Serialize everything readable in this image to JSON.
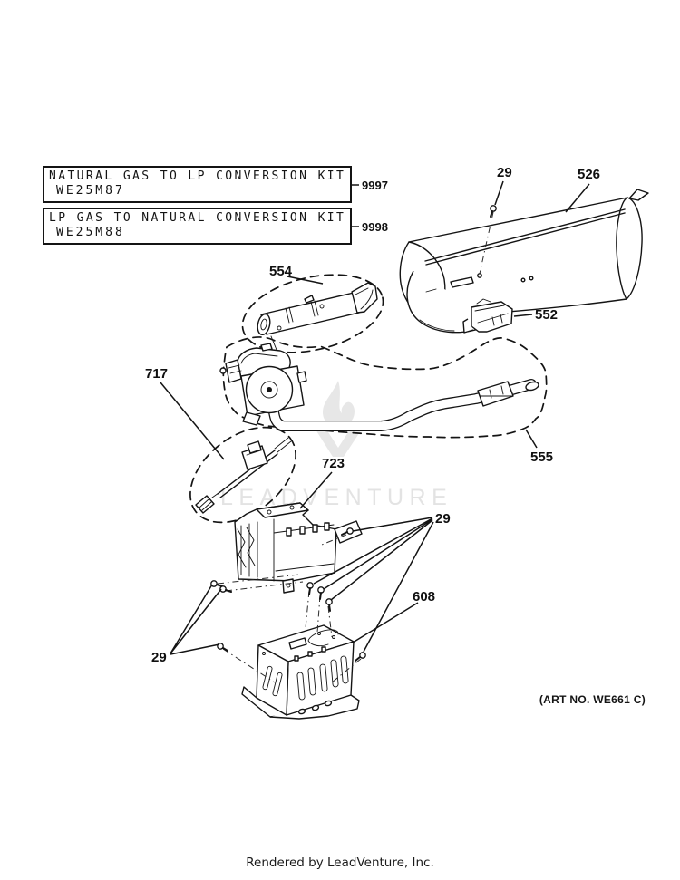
{
  "callout_boxes": [
    {
      "line1": "NATURAL GAS TO LP CONVERSION KIT",
      "line2": "WE25M87",
      "ref": "9997"
    },
    {
      "line1": "LP GAS TO NATURAL CONVERSION KIT",
      "line2": "WE25M88",
      "ref": "9998"
    }
  ],
  "part_labels": {
    "screw_top": "29",
    "burner_cover": "526",
    "burner_tube": "554",
    "bracket_clip": "552",
    "igniter": "717",
    "gas_valve_pipe": "555",
    "burner_support": "723",
    "screws_right": "29",
    "burner_box": "608",
    "screws_left": "29"
  },
  "watermark": {
    "text": "LEADVENTURE",
    "logo": "flame-v-icon"
  },
  "footer": {
    "art_no": "(ART NO. WE661 C)",
    "credit": "Rendered by LeadVenture, Inc."
  },
  "colors": {
    "ink": "#141414",
    "watermark": "#e7e7e7",
    "background": "#ffffff"
  }
}
